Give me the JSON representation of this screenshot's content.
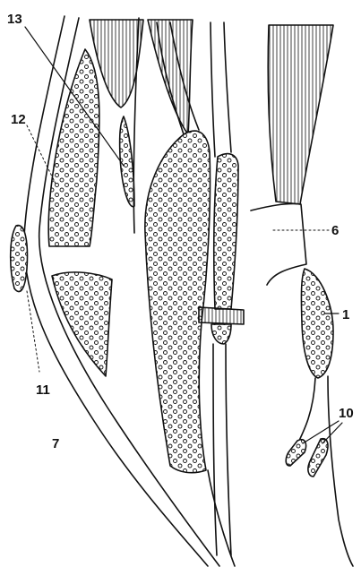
{
  "figure": {
    "labels": {
      "l13": "13",
      "l12": "12",
      "l6": "6",
      "l1": "1",
      "l11": "11",
      "l7": "7",
      "l10": "10"
    },
    "colors": {
      "ink": "#111111",
      "stipple_fill": "#ffffff",
      "background": "#ffffff"
    }
  }
}
